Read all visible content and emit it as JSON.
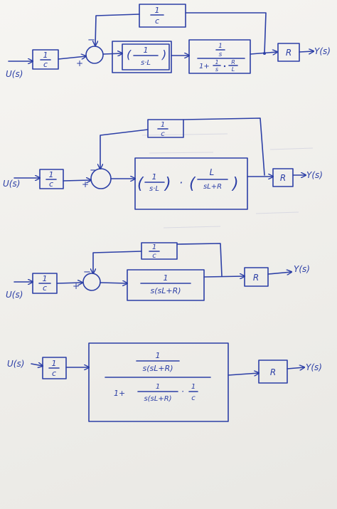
{
  "diagram1": {
    "input": "U(s)",
    "gain_in": {
      "num": "1",
      "den": "c"
    },
    "feedback": {
      "num": "1",
      "den": "c"
    },
    "sum_signs": {
      "minus": "−",
      "plus": "+"
    },
    "block_a": {
      "num": "1",
      "den": "s·L"
    },
    "block_b": {
      "top_num": "1",
      "top_den": "s",
      "bottom_prefix": "1+",
      "bottom_a_num": "1",
      "bottom_a_den": "s",
      "bottom_b_num": "R",
      "bottom_b_den": "L"
    },
    "block_r": "R",
    "output": "Y(s)"
  },
  "diagram2": {
    "input": "U(s)",
    "gain_in": {
      "num": "1",
      "den": "c"
    },
    "feedback": {
      "num": "1",
      "den": "c"
    },
    "sum_signs": {
      "minus": "−",
      "plus": "+"
    },
    "combined_a": {
      "num": "1",
      "den": "s·L"
    },
    "dot": "·",
    "combined_b": {
      "num": "L",
      "den": "sL+R"
    },
    "block_r": "R",
    "output": "Y(s)"
  },
  "diagram3": {
    "input": "U(s)",
    "gain_in": {
      "num": "1",
      "den": "c"
    },
    "feedback": {
      "num": "1",
      "den": "c"
    },
    "sum_signs": {
      "minus": "−",
      "plus": "+"
    },
    "forward": {
      "num": "1",
      "den": "s(sL+R)"
    },
    "block_r": "R",
    "output": "Y(s)"
  },
  "diagram4": {
    "input": "U(s)",
    "gain_in": {
      "num": "1",
      "den": "c"
    },
    "closed_loop": {
      "num_num": "1",
      "num_den": "s(sL+R)",
      "den_prefix": "1+",
      "den_a_num": "1",
      "den_a_den": "s(sL+R)",
      "den_dot": "·",
      "den_b_num": "1",
      "den_b_den": "c"
    },
    "block_r": "R",
    "output": "Y(s)"
  },
  "colors": {
    "ink": "#2c3fa6",
    "paper": "#f2f1ee"
  }
}
